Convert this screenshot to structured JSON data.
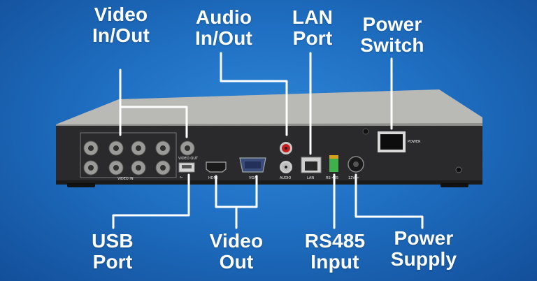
{
  "labels": {
    "video_in_out": [
      "Video",
      "In/Out"
    ],
    "audio_in_out": [
      "Audio",
      "In/Out"
    ],
    "lan_port": [
      "LAN",
      "Port"
    ],
    "power_switch": [
      "Power",
      "Switch"
    ],
    "usb_port": [
      "USB",
      "Port"
    ],
    "video_out": [
      "Video",
      "Out"
    ],
    "rs485_input": [
      "RS485",
      "Input"
    ],
    "power_supply": [
      "Power",
      "Supply"
    ]
  },
  "panel_text": {
    "video_in": "VIDEO IN",
    "video_out": "VIDEO OUT",
    "hdmi": "HDMI",
    "vga": "VGA",
    "audio": "AUDIO",
    "lan": "LAN",
    "rs485": "RS-485",
    "power": "POWER",
    "dc": "12V ⎓"
  },
  "colors": {
    "background": "#1f6fc2",
    "label_text": "#ffffff",
    "device_panel": "#2a2a2c",
    "device_top": "#b9b9b6"
  }
}
